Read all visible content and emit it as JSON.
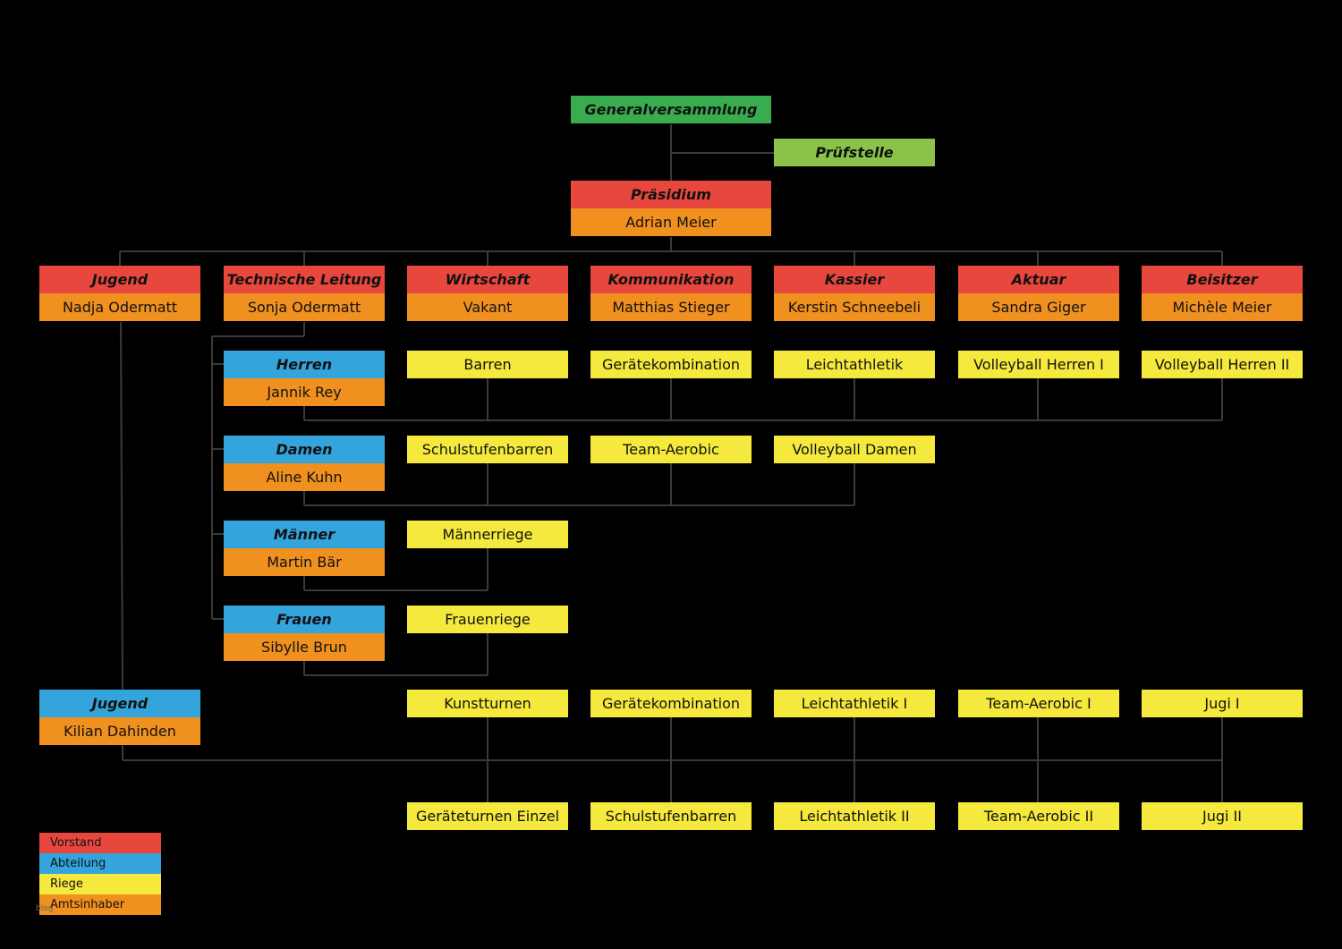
{
  "colors": {
    "green": "#3aac50",
    "light_green": "#8bc34a",
    "red": "#e8473e",
    "orange": "#f0901e",
    "blue": "#33a4dc",
    "yellow": "#f4e93c",
    "line": "#3a3a3a"
  },
  "top": {
    "generalversammlung": "Generalversammlung",
    "pruefstelle": "Prüfstelle",
    "praesidium": {
      "title": "Präsidium",
      "name": "Adrian Meier"
    }
  },
  "vorstand": [
    {
      "title": "Jugend",
      "name": "Nadja Odermatt"
    },
    {
      "title": "Technische Leitung",
      "name": "Sonja Odermatt"
    },
    {
      "title": "Wirtschaft",
      "name": "Vakant"
    },
    {
      "title": "Kommunikation",
      "name": "Matthias Stieger"
    },
    {
      "title": "Kassier",
      "name": "Kerstin Schneebeli"
    },
    {
      "title": "Aktuar",
      "name": "Sandra Giger"
    },
    {
      "title": "Beisitzer",
      "name": "Michèle Meier"
    }
  ],
  "abteilungen": [
    {
      "title": "Herren",
      "name": "Jannik Rey"
    },
    {
      "title": "Damen",
      "name": "Aline Kuhn"
    },
    {
      "title": "Männer",
      "name": "Martin Bär"
    },
    {
      "title": "Frauen",
      "name": "Sibylle Brun"
    },
    {
      "title": "Jugend",
      "name": "Kilian Dahinden"
    }
  ],
  "riegen": {
    "herren": [
      "Barren",
      "Gerätekombination",
      "Leichtathletik",
      "Volleyball Herren I",
      "Volleyball Herren II"
    ],
    "damen": [
      "Schulstufenbarren",
      "Team-Aerobic",
      "Volleyball Damen"
    ],
    "maenner": [
      "Männerriege"
    ],
    "frauen": [
      "Frauenriege"
    ],
    "jugend_row1": [
      "Kunstturnen",
      "Gerätekombination",
      "Leichtathletik I",
      "Team-Aerobic I",
      "Jugi I"
    ],
    "jugend_row2": [
      "Geräteturnen Einzel",
      "Schulstufenbarren",
      "Leichtathletik II",
      "Team-Aerobic II",
      "Jugi II"
    ]
  },
  "legend": [
    "Vorstand",
    "Abteilung",
    "Riege",
    "Amtsinhaber"
  ],
  "footer_mark": "blog"
}
